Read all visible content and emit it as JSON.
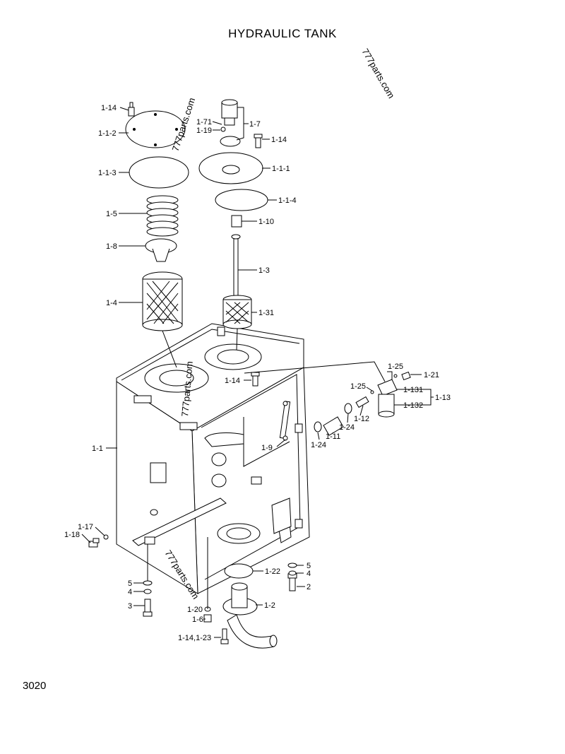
{
  "title": "HYDRAULIC TANK",
  "page_number": "3020",
  "watermark": "777parts.com",
  "callouts": {
    "c1_14a": "1-14",
    "c1_1_2": "1-1-2",
    "c1_71": "1-71",
    "c1_19": "1-19",
    "c1_7": "1-7",
    "c1_14b": "1-14",
    "c1_1_3": "1-1-3",
    "c1_1_1": "1-1-1",
    "c1_1_4": "1-1-4",
    "c1_5": "1-5",
    "c1_10": "1-10",
    "c1_8": "1-8",
    "c1_3": "1-3",
    "c1_4": "1-4",
    "c1_31": "1-31",
    "c1_14c": "1-14",
    "c1_25a": "1-25",
    "c1_21": "1-21",
    "c1_25b": "1-25",
    "c1_131": "1-131",
    "c1_13": "1-13",
    "c1_132": "1-132",
    "c1_12": "1-12",
    "c1_24a": "1-24",
    "c1_11": "1-11",
    "c1_24b": "1-24",
    "c1_9": "1-9",
    "c1_1": "1-1",
    "c1_17": "1-17",
    "c1_18": "1-18",
    "c1_22": "1-22",
    "c5a": "5",
    "c4a": "4",
    "c2": "2",
    "c5b": "5",
    "c4b": "4",
    "c3": "3",
    "c1_20": "1-20",
    "c1_2": "1-2",
    "c1_6": "1-6",
    "c1_14_23": "1-14,1-23"
  }
}
